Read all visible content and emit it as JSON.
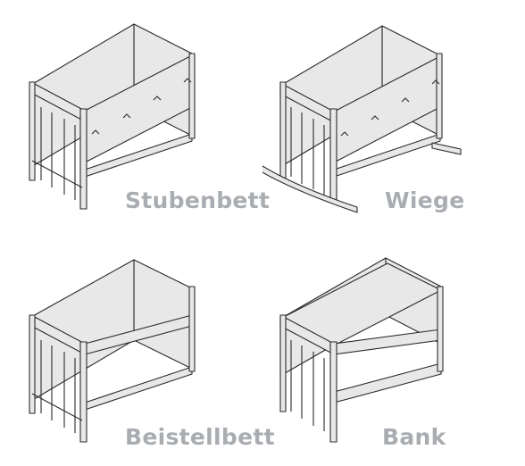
{
  "captions": {
    "stubenbett": "Stubenbett",
    "wiege": "Wiege",
    "beistellbett": "Beistellbett",
    "bank": "Bank"
  },
  "colors": {
    "panel_fill": "#e8e8e8",
    "outline": "#2a2a2a",
    "caption_text": "#a9adb1"
  }
}
